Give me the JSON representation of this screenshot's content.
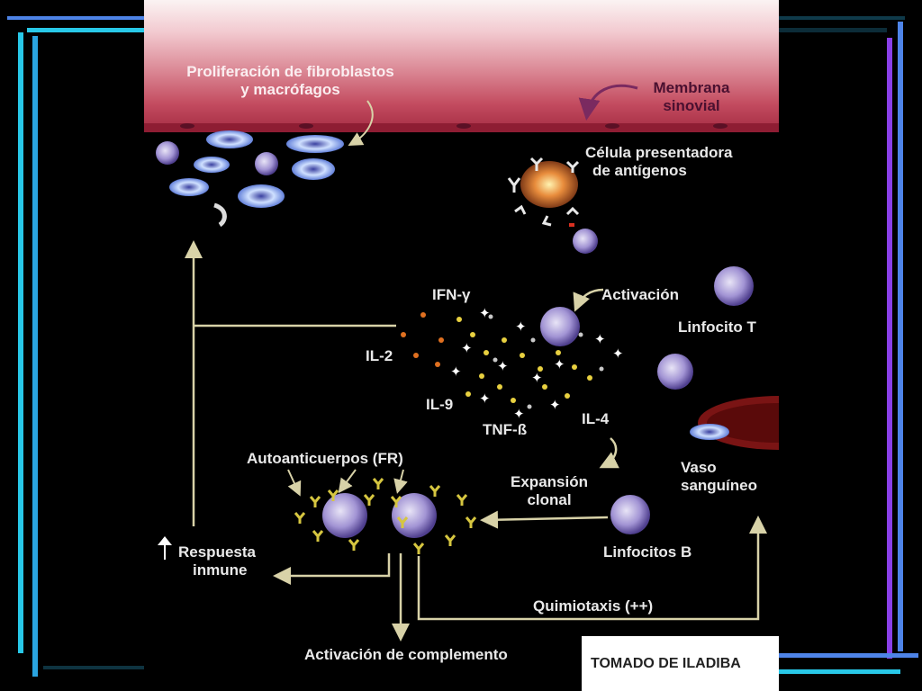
{
  "colors": {
    "background": "#000000",
    "membrane": "#c34b5f",
    "arrow": "#d8d2a8",
    "lymphocyte": "#8d79c7",
    "antibody": "#d6c640",
    "cytokine_orange": "#e07020",
    "vessel": "#7a1414",
    "frame_cyan": "#28c8e8",
    "frame_blue": "#4e84e8",
    "frame_violet": "#8a40e8"
  },
  "labels": {
    "fibroblast_proliferation": [
      "Proliferación de fibroblastos",
      "y macrófagos"
    ],
    "synovial_membrane": [
      "Membrana",
      "sinovial"
    ],
    "antigen_presenting_cell": [
      "Célula presentadora",
      "de antígenos"
    ],
    "ifn_gamma": "IFN-γ",
    "activation": "Activación",
    "t_lymphocyte": "Linfocito T",
    "il2": "IL-2",
    "il9": "IL-9",
    "tnf_beta": "TNF-ß",
    "il4": "IL-4",
    "autoantibodies": "Autoanticuerpos (FR)",
    "clonal_expansion": [
      "Expansión",
      "clonal"
    ],
    "blood_vessel": [
      "Vaso",
      "sanguíneo"
    ],
    "immune_response": [
      "Respuesta",
      "inmune"
    ],
    "b_lymphocytes": "Linfocitos B",
    "chemotaxis": "Quimiotaxis (++)",
    "complement_activation": "Activación de complemento"
  },
  "credit": "TOMADO DE ILADIBA"
}
